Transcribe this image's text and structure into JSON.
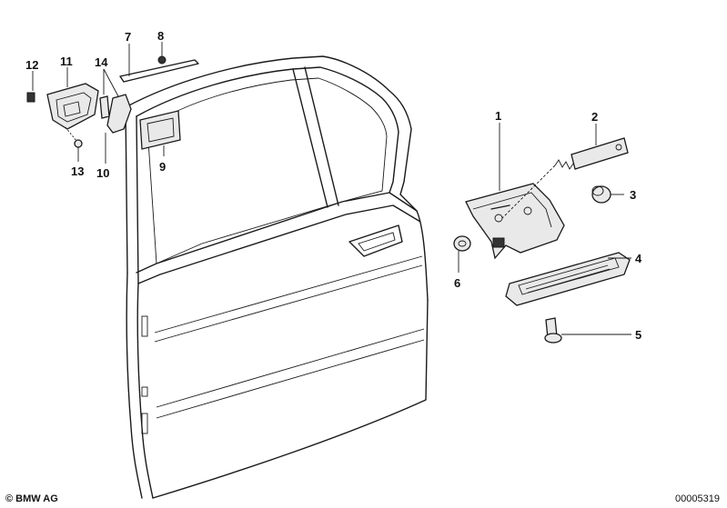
{
  "diagram": {
    "callouts": [
      "1",
      "2",
      "3",
      "4",
      "5",
      "6",
      "7",
      "8",
      "9",
      "10",
      "11",
      "12",
      "13",
      "14"
    ]
  },
  "footer": {
    "copyright": "© BMW AG",
    "doc_number": "00005319"
  }
}
